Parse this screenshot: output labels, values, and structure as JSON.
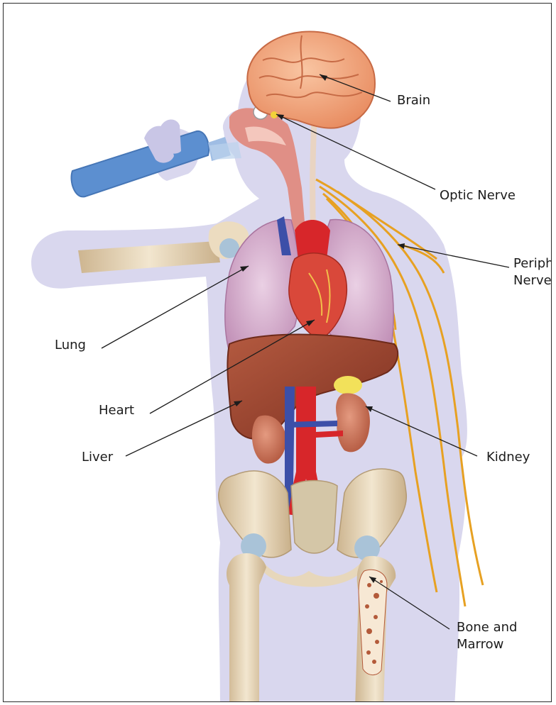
{
  "labels": {
    "brain": "Brain",
    "optic_nerve": "Optic Nerve",
    "peripheral_nerves_line1": "Peripheral",
    "peripheral_nerves_line2": "Nerves",
    "lung": "Lung",
    "heart": "Heart",
    "liver": "Liver",
    "kidney": "Kidney",
    "bone_marrow_line1": "Bone and",
    "bone_marrow_line2": "Marrow"
  },
  "colors": {
    "body_silhouette": "#d6d4ec",
    "brain": "#f3a57c",
    "lung": "#cfa2c6",
    "heart": "#d9483a",
    "liver": "#9c4430",
    "kidney": "#c8684f",
    "bone": "#ecdcc0",
    "nerve": "#e7a122",
    "aorta": "#d7262a",
    "vena_cava": "#3c4fa8",
    "inhaler": "#5c8fd0"
  },
  "icons": [
    "inhaler-icon"
  ]
}
